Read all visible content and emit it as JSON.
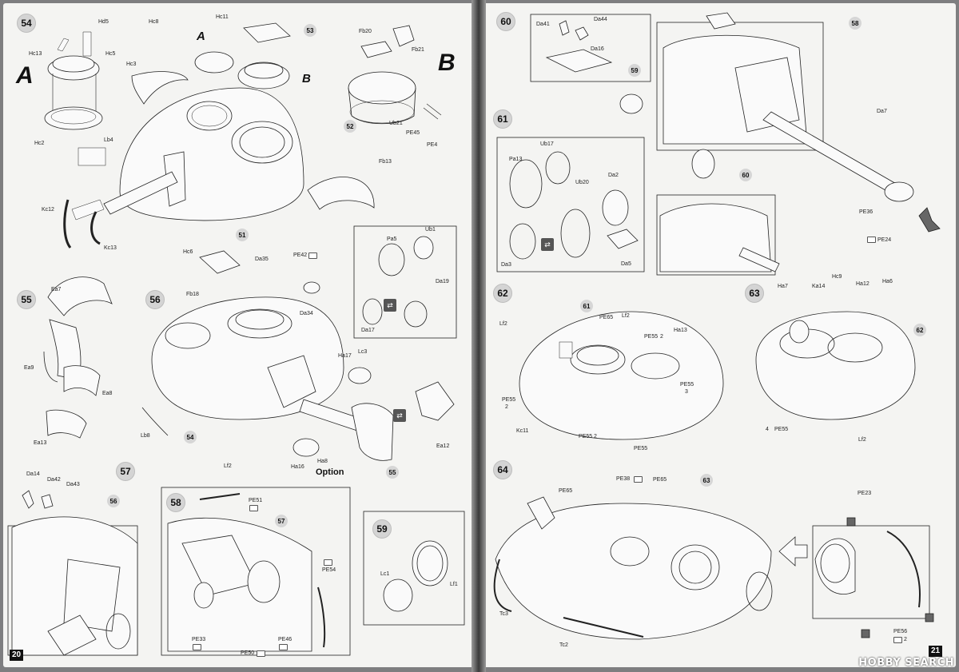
{
  "pages": {
    "left_number": "20",
    "right_number": "21"
  },
  "watermark": "HOBBY SEARCH",
  "steps": {
    "s54": {
      "number": "54",
      "assembly_a": "A",
      "assembly_b": "B",
      "parts": [
        "Hd5",
        "Hc13",
        "Hc5",
        "Hc2",
        "Hc8",
        "Hc11",
        "Hc3",
        "Lb4",
        "Kc12",
        "Kc13",
        "Fb20",
        "Fb21",
        "Ub21",
        "PE45",
        "PE4",
        "Fb13"
      ],
      "callouts": [
        "53",
        "52",
        "51"
      ],
      "sub_a": "A",
      "sub_b": "B"
    },
    "s55": {
      "number": "55",
      "parts": [
        "Ea7",
        "Ea9",
        "Ea8",
        "Ea13"
      ]
    },
    "s56": {
      "number": "56",
      "parts": [
        "Hc6",
        "Fb18",
        "Da35",
        "PE42",
        "Da34",
        "Pa5",
        "Ub1",
        "Da19",
        "Da17",
        "Ha17",
        "Lc3",
        "Lb8",
        "Lf2",
        "Ha16",
        "Ha8",
        "Ea12"
      ],
      "callouts": [
        "54",
        "55"
      ],
      "option": "Option"
    },
    "s57": {
      "number": "57",
      "parts": [
        "Da14",
        "Da42",
        "Da43"
      ],
      "callouts": [
        "56"
      ]
    },
    "s58": {
      "number": "58",
      "parts": [
        "PE51",
        "PE54",
        "PE33",
        "PE50",
        "PE46"
      ],
      "callouts": [
        "57"
      ]
    },
    "s59": {
      "number": "59",
      "parts": [
        "Lc1",
        "Lf1"
      ]
    },
    "s60": {
      "number": "60",
      "parts": [
        "Da41",
        "Da44",
        "Da16",
        "Da7",
        "PE36",
        "PE24"
      ],
      "callouts": [
        "59",
        "58"
      ]
    },
    "s61": {
      "number": "61",
      "parts": [
        "Ub17",
        "Pa13",
        "Ub20",
        "Da2",
        "Da3",
        "Da5"
      ],
      "callouts": [
        "60"
      ]
    },
    "s62": {
      "number": "62",
      "parts": [
        "Lf2",
        "PE65",
        "PE55",
        "Ha13",
        "Kc11"
      ],
      "callouts": [
        "61"
      ],
      "qty": [
        "2",
        "2",
        "3",
        "2"
      ]
    },
    "s63": {
      "number": "63",
      "parts": [
        "Ha7",
        "Ka14",
        "Hc9",
        "Ha12",
        "Ha6",
        "PE55",
        "Lf2"
      ],
      "callouts": [
        "62"
      ],
      "qty": [
        "4"
      ]
    },
    "s64": {
      "number": "64",
      "parts": [
        "PE65",
        "PE38",
        "PE65",
        "Tc3",
        "Tc2",
        "PE23",
        "PE56"
      ],
      "callouts": [
        "63"
      ],
      "qty": [
        "2"
      ]
    }
  },
  "colors": {
    "page": "#f4f4f2",
    "line": "#222222",
    "badge": "#d4d4d4",
    "gutter": "#3a3a3a"
  }
}
